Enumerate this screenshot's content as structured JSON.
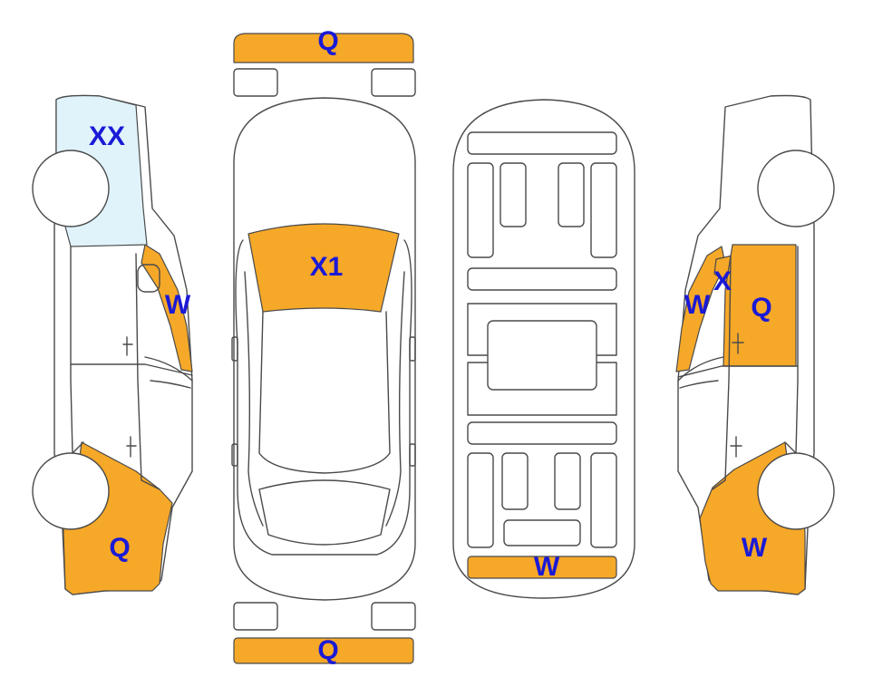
{
  "colors": {
    "damage": "#f6a828",
    "glass_tint": "#e0f3fb",
    "code_text": "#1a1ad6",
    "outline": "#4a4a4a"
  },
  "views": {
    "left_side": {
      "glass_code": "XX",
      "door_edge_code": "W",
      "rear_quarter_code": "Q"
    },
    "top": {
      "front_bumper_code": "Q",
      "windshield_code": "X1",
      "rear_bumper_code": "Q"
    },
    "underbody": {
      "rear_panel_code": "W"
    },
    "right_side": {
      "door_edge_code": "W",
      "pillar_code": "X",
      "front_door_code": "Q",
      "rear_quarter_code": "W"
    }
  }
}
